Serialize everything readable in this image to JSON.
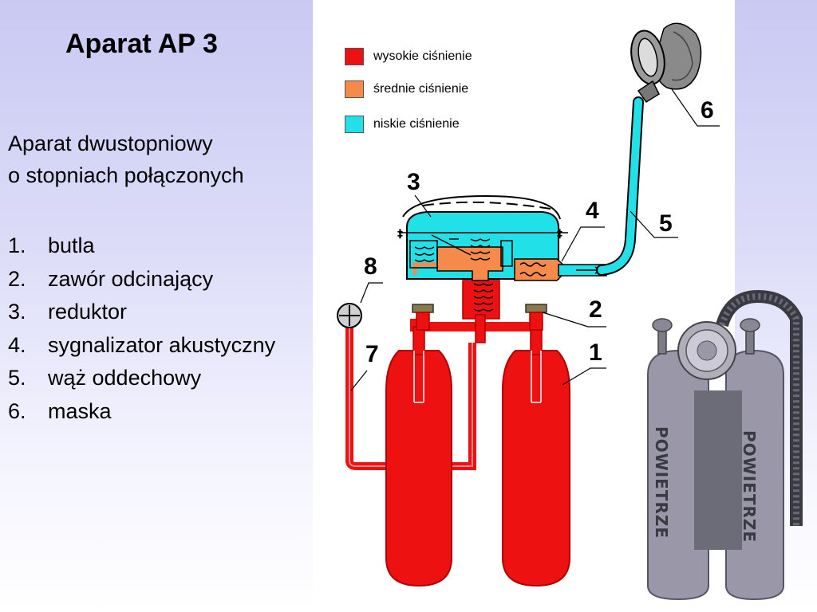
{
  "title": "Aparat AP 3",
  "subtitle": [
    "Aparat dwustopniowy",
    "o stopniach połączonych"
  ],
  "parts": [
    {
      "num": "1.",
      "label": "butla"
    },
    {
      "num": "2.",
      "label": "zawór odcinający"
    },
    {
      "num": "3.",
      "label": "reduktor"
    },
    {
      "num": "4.",
      "label": "sygnalizator akustyczny"
    },
    {
      "num": "5.",
      "label": "wąż oddechowy"
    },
    {
      "num": "6.",
      "label": "maska"
    }
  ],
  "legend": [
    {
      "label": "wysokie ciśnienie",
      "color": "#ee1111"
    },
    {
      "label": "średnie ciśnienie",
      "color": "#f58a4a"
    },
    {
      "label": "niskie ciśnienie",
      "color": "#22e0e8"
    }
  ],
  "callouts": [
    "1",
    "2",
    "3",
    "4",
    "5",
    "6",
    "7",
    "8"
  ],
  "photo": {
    "cylinder_text": "POWIETRZE"
  }
}
